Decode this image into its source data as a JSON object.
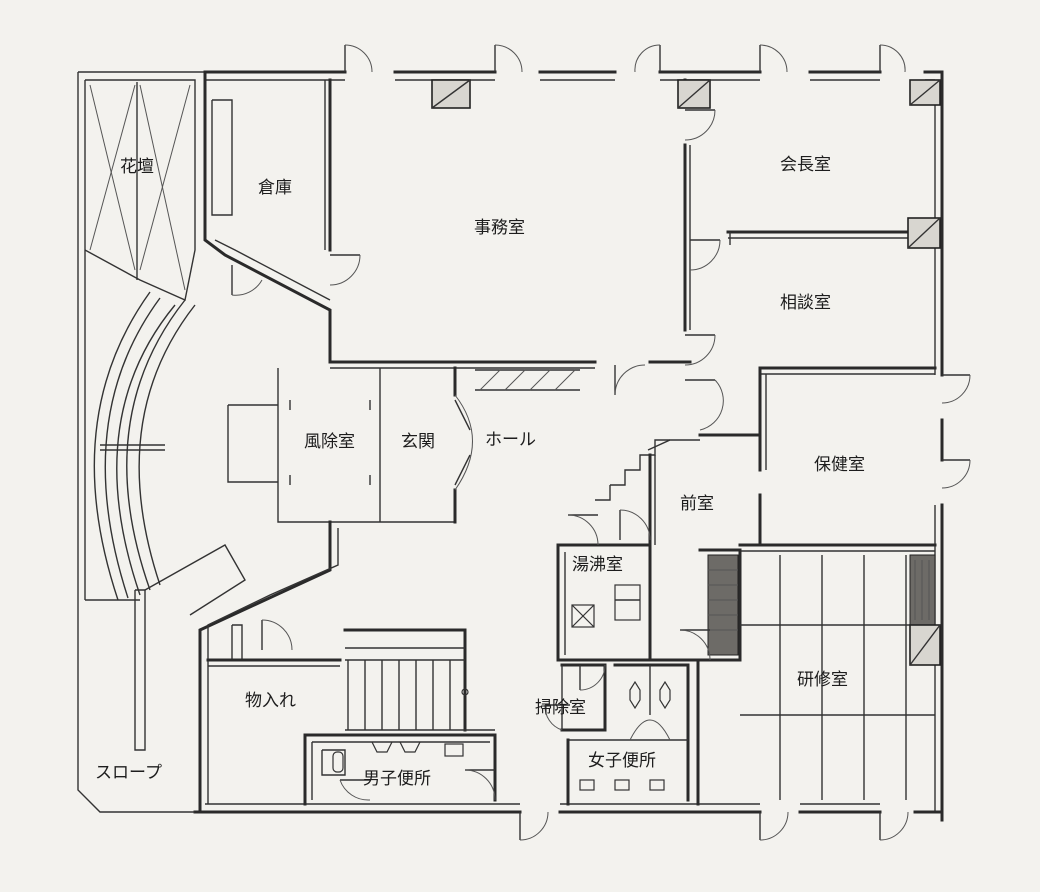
{
  "rooms": {
    "kadan": "花壇",
    "souko": "倉庫",
    "jimushitsu": "事務室",
    "kaichoshitsu": "会長室",
    "sodanshitsu": "相談室",
    "fujoshitsu": "風除室",
    "genkan": "玄関",
    "hall": "ホール",
    "hokenshitsu": "保健室",
    "zenshitsu": "前室",
    "yuwakashishitsu": "湯沸室",
    "kenshushitsu": "研修室",
    "monoire": "物入れ",
    "sojishitsu": "掃除室",
    "danshi_benjo": "男子便所",
    "joshi_benjo": "女子便所",
    "slope": "スロープ"
  }
}
